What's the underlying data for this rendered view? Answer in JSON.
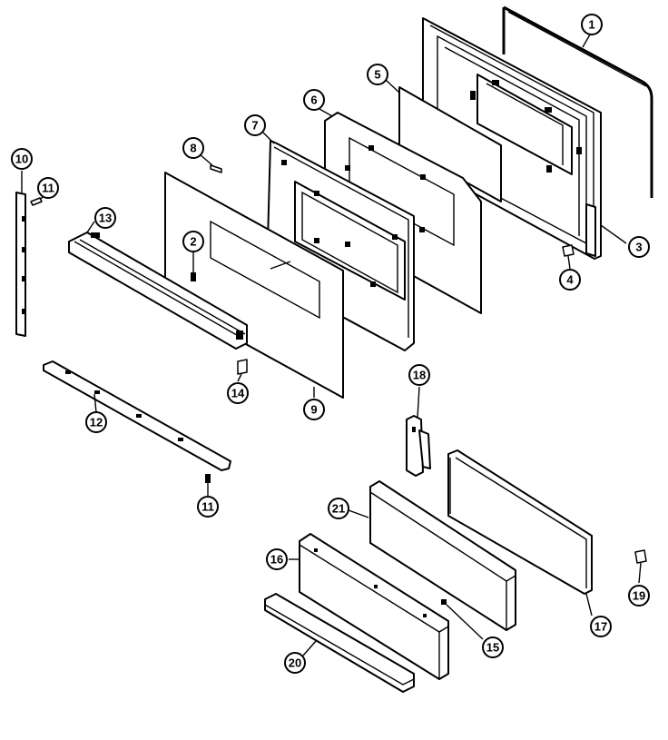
{
  "callouts": [
    {
      "id": "1",
      "label": "1"
    },
    {
      "id": "2",
      "label": "2"
    },
    {
      "id": "3",
      "label": "3"
    },
    {
      "id": "4",
      "label": "4"
    },
    {
      "id": "5",
      "label": "5"
    },
    {
      "id": "6",
      "label": "6"
    },
    {
      "id": "7",
      "label": "7"
    },
    {
      "id": "8",
      "label": "8"
    },
    {
      "id": "9",
      "label": "9"
    },
    {
      "id": "10",
      "label": "10"
    },
    {
      "id": "11a",
      "label": "11"
    },
    {
      "id": "11b",
      "label": "11"
    },
    {
      "id": "12",
      "label": "12"
    },
    {
      "id": "13",
      "label": "13"
    },
    {
      "id": "14",
      "label": "14"
    },
    {
      "id": "15",
      "label": "15"
    },
    {
      "id": "16",
      "label": "16"
    },
    {
      "id": "17",
      "label": "17"
    },
    {
      "id": "18",
      "label": "18"
    },
    {
      "id": "19",
      "label": "19"
    },
    {
      "id": "20",
      "label": "20"
    },
    {
      "id": "21",
      "label": "21"
    }
  ]
}
